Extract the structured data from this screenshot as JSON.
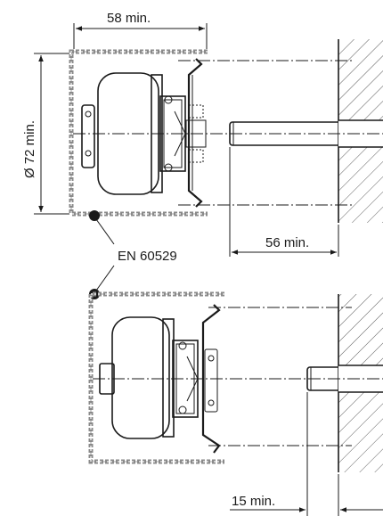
{
  "labels": {
    "width_min": "58 min.",
    "diameter_min": "Ø 72 min.",
    "standard": "EN 60529",
    "shaft_distance_min": "56 min.",
    "bottom_distance_min": "15 min."
  }
}
